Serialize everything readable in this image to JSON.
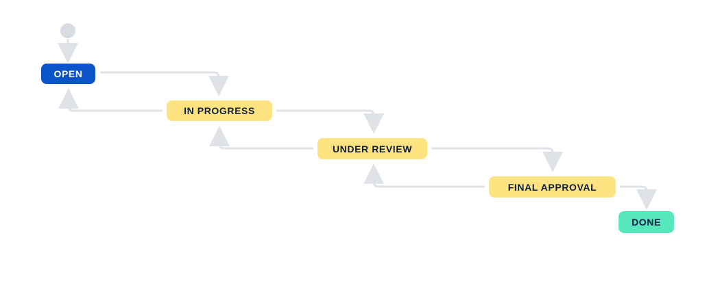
{
  "diagram": {
    "kind": "workflow-status-diagram",
    "background": "#FFFFFF",
    "arrow_color": "#DFE2E7",
    "start_node": {
      "shape": "circle",
      "color": "#D9DDE3"
    },
    "statuses": [
      {
        "label": "OPEN",
        "bg": "#0B53C9",
        "text_color": "#FFFFFF"
      },
      {
        "label": "IN PROGRESS",
        "bg": "#FFE380",
        "text_color": "#0A1F44"
      },
      {
        "label": "UNDER REVIEW",
        "bg": "#FFE380",
        "text_color": "#0A1F44"
      },
      {
        "label": "FINAL APPROVAL",
        "bg": "#FFE380",
        "text_color": "#0A1F44"
      },
      {
        "label": "DONE",
        "bg": "#58E7BC",
        "text_color": "#0A1F44"
      }
    ],
    "transitions": [
      {
        "from": "start",
        "to": "OPEN"
      },
      {
        "from": "OPEN",
        "to": "IN PROGRESS"
      },
      {
        "from": "IN PROGRESS",
        "to": "OPEN"
      },
      {
        "from": "IN PROGRESS",
        "to": "UNDER REVIEW"
      },
      {
        "from": "UNDER REVIEW",
        "to": "IN PROGRESS"
      },
      {
        "from": "UNDER REVIEW",
        "to": "FINAL APPROVAL"
      },
      {
        "from": "FINAL APPROVAL",
        "to": "UNDER REVIEW"
      },
      {
        "from": "FINAL APPROVAL",
        "to": "DONE"
      }
    ]
  }
}
